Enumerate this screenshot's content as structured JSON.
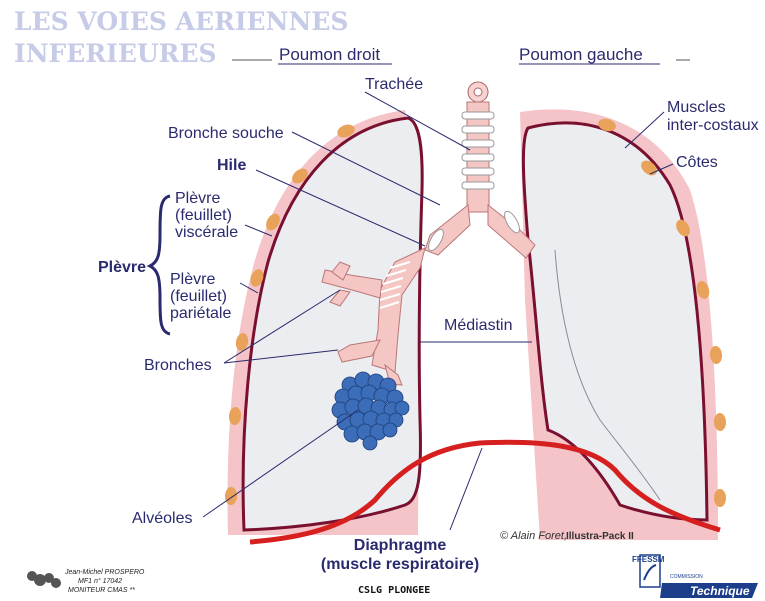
{
  "title": {
    "line1": "LES VOIES AERIENNES",
    "line2": "INFERIEURES"
  },
  "headings": {
    "right_lung": "Poumon droit",
    "left_lung": "Poumon gauche"
  },
  "labels": {
    "trachea": "Trachée",
    "main_bronchus": "Bronche souche",
    "hilum": "Hile",
    "visceral_pleura": [
      "Plèvre",
      "(feuillet)",
      "viscérale"
    ],
    "pleura": "Plèvre",
    "parietal_pleura": [
      "Plèvre",
      "(feuillet)",
      "pariétale"
    ],
    "bronchi": "Bronches",
    "alveoli": "Alvéoles",
    "mediastinum": "Médiastin",
    "intercostal_muscles": [
      "Muscles",
      "inter-costaux"
    ],
    "ribs": "Côtes",
    "diaphragm": [
      "Diaphragme",
      "(muscle respiratoire)"
    ]
  },
  "credits": {
    "copyright": "© Alain Foret,",
    "pack": "Illustra-Pack II"
  },
  "footer": {
    "author": [
      "Jean-Michel PROSPERO",
      "MF1 n° 17042",
      "MONITEUR CMAS **"
    ],
    "club": "CSLG PLONGEE",
    "logo": {
      "org": "FFESSM",
      "commission": "COMMISSION",
      "name": "Technique"
    }
  },
  "colors": {
    "lung_fill": "#ecedf1",
    "lung_outline": "#7a1030",
    "pleura_pink": "#f0a8b0",
    "rib": "#e8a25a",
    "diaphragm": "#d62020",
    "alveoli": "#3b6db8",
    "label": "#2a2a6e",
    "title": "#c6cbe7"
  }
}
